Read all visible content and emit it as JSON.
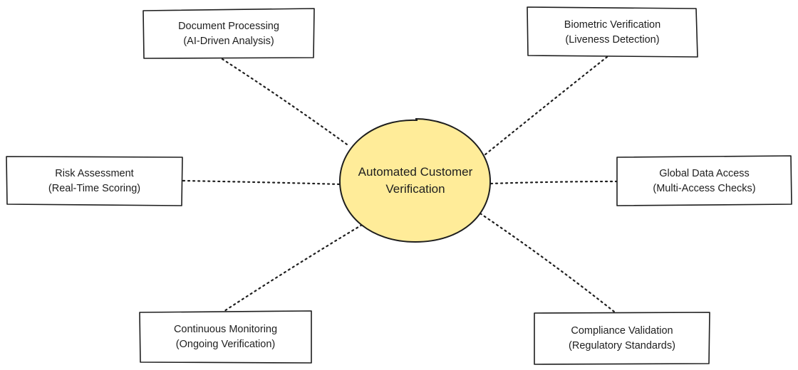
{
  "diagram": {
    "hub": {
      "line1": "Automated Customer",
      "line2": "Verification",
      "fill": "#ffec99",
      "stroke": "#1e1e1e"
    },
    "nodes": [
      {
        "id": "document-processing",
        "title": "Document Processing",
        "subtitle": "(AI-Driven Analysis)"
      },
      {
        "id": "biometric-verification",
        "title": "Biometric Verification",
        "subtitle": "(Liveness Detection)"
      },
      {
        "id": "risk-assessment",
        "title": "Risk Assessment",
        "subtitle": "(Real-Time Scoring)"
      },
      {
        "id": "global-data-access",
        "title": "Global Data Access",
        "subtitle": "(Multi-Access Checks)"
      },
      {
        "id": "continuous-monitoring",
        "title": "Continuous Monitoring",
        "subtitle": "(Ongoing Verification)"
      },
      {
        "id": "compliance-validation",
        "title": "Compliance Validation",
        "subtitle": "(Regulatory Standards)"
      }
    ],
    "edge_style": "dotted",
    "background": "#ffffff"
  }
}
